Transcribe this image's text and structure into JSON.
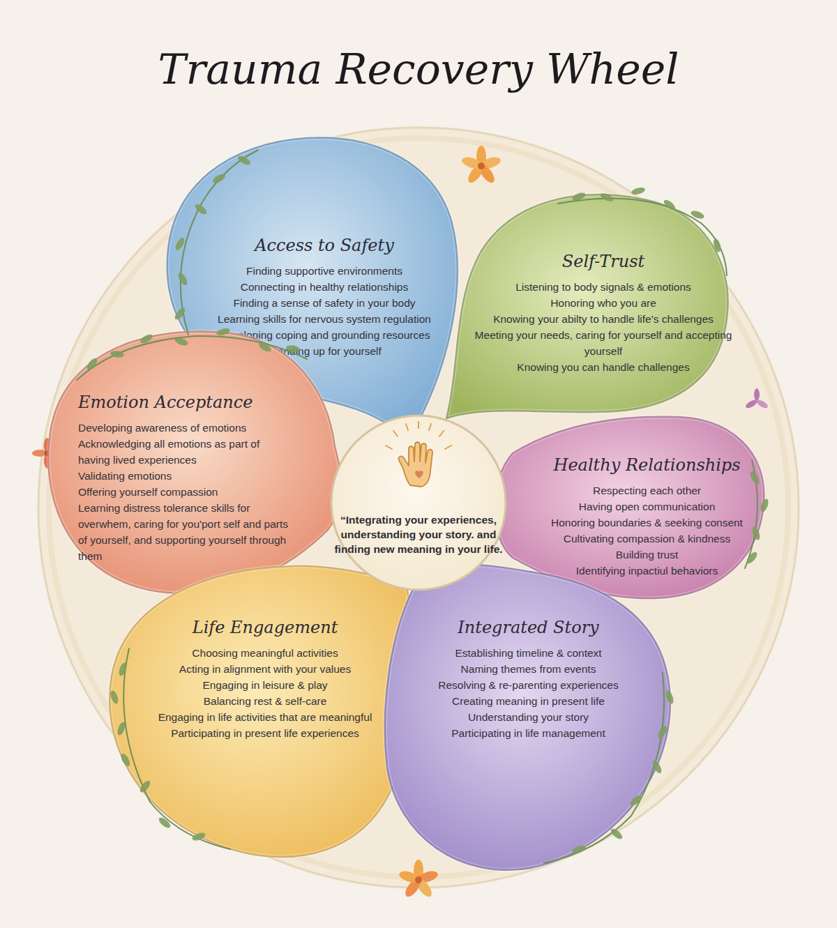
{
  "diagram": {
    "title": "Trauma Recovery Wheel",
    "nodes": [
      {
        "text": [
          "Access to Safety",
          "Finding supportive environments",
          "Connecting in healthy relationships",
          "Finding a sense of safety in your body",
          "Learning skills for nervous system regulation",
          "Developing coping and grounding resources",
          "Standing up for yourself"
        ]
      },
      {
        "text": [
          "Self-Trust",
          "Listening to body signals & emotions",
          "Honoring who you are",
          "Knowing your abilty to handle life's challenges",
          "Meeting your needs, caring for yourself and accepting yourself",
          "Knowing you can handle challenges"
        ]
      },
      {
        "text": [
          "Emotion Acceptance",
          "Developing awareness of emotions",
          "Acknowledging all emotions as part of having lived experiences",
          "Validating emotions",
          "Offering yourself compassion",
          "Learning distress tolerance skills for overwhem, caring for you'port self and parts of yourself, and supporting yourself through them"
        ]
      },
      {
        "text": [
          "“Integrating your experiences, understanding your story. and finding new meaning in your life."
        ]
      },
      {
        "text": [
          "Healthy Relationships",
          "Respecting each other",
          "Having open communication",
          "Honoring boundaries & seeking consent",
          "Cultivating compassion & kindness",
          "Building trust",
          "Identifying inpactiul behaviors"
        ]
      },
      {
        "text": [
          "Life Engagement",
          "Choosing meaningful activities",
          "Acting in alignment with your values",
          "Engaging in leisure & play",
          "Balancing rest & self-care",
          "Engaging in life activities that are meaningful",
          "Participating in present life experiences"
        ]
      },
      {
        "text": [
          "Integrated Story",
          "Establishing timeline & context",
          "Naming themes from events",
          "Resolving & re-parenting experiences",
          "Creating meaning in present life",
          "Understanding your story",
          "Participating in life management"
        ]
      }
    ]
  }
}
